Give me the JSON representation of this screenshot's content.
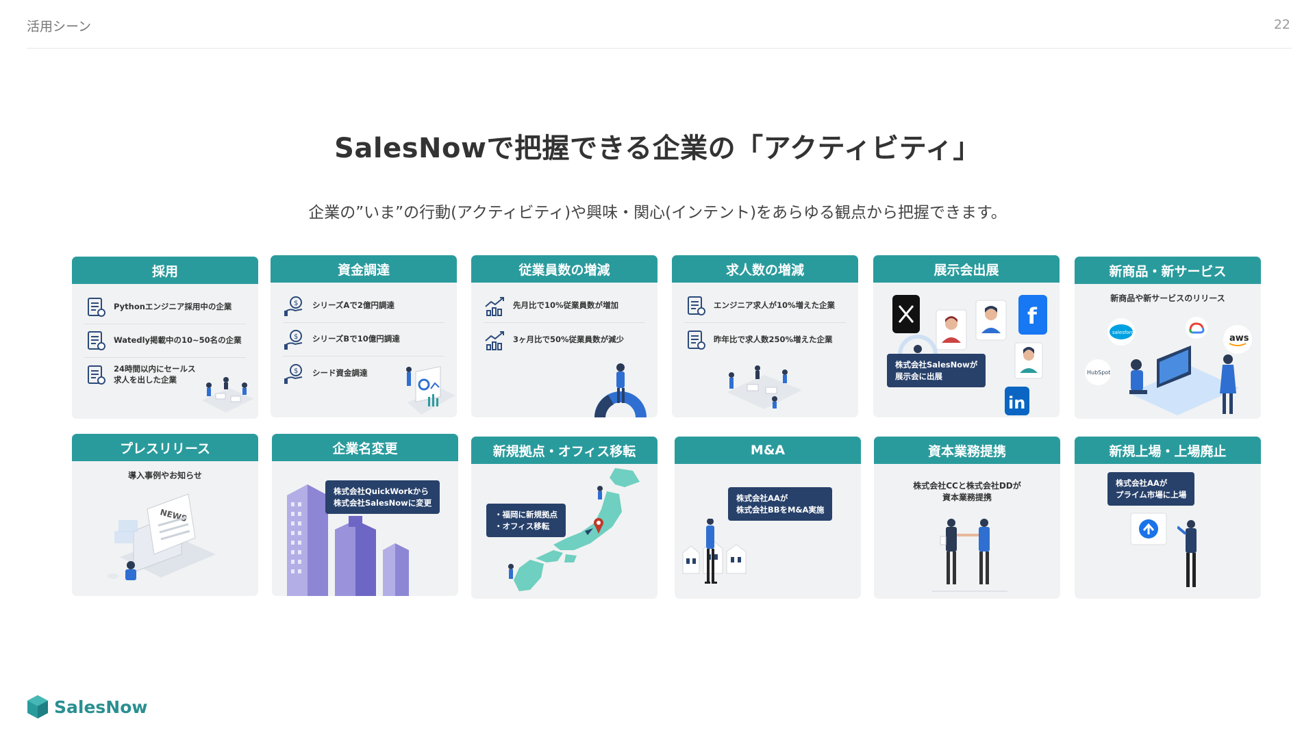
{
  "header": {
    "section": "活用シーン",
    "page": "22"
  },
  "title": "SalesNowで把握できる企業の「アクティビティ」",
  "subtitle": "企業の”いま”の行動(アクティビティ)や興味・関心(インテント)をあらゆる観点から把握できます。",
  "cards": {
    "hiring": {
      "title": "採用",
      "items": [
        "Pythonエンジニア採用中の企業",
        "Watedly掲載中の10~50名の企業",
        "24時間以内にセールス",
        "求人を出した企業"
      ]
    },
    "funding": {
      "title": "資金調達",
      "items": [
        "シリーズAで2億円調達",
        "シリーズBで10億円調達",
        "シード資金調達"
      ]
    },
    "employees": {
      "title": "従業員数の増減",
      "items": [
        "先月比で10%従業員数が増加",
        "3ヶ月比で50%従業員数が減少"
      ]
    },
    "jobs": {
      "title": "求人数の増減",
      "items": [
        "エンジニア求人が10%増えた企業",
        "昨年比で求人数250%増えた企業"
      ]
    },
    "exhibition": {
      "title": "展示会出展",
      "callout": [
        "株式会社SalesNowが",
        "展示会に出展"
      ]
    },
    "products": {
      "title": "新商品・新サービス",
      "caption": "新商品や新サービスのリリース",
      "logos": [
        "salesforce",
        "aws",
        "HubSpot"
      ]
    },
    "press": {
      "title": "プレスリリース",
      "caption": "導入事例やお知らせ",
      "news": "NEWS"
    },
    "rename": {
      "title": "企業名変更",
      "callout": [
        "株式会社QuickWorkから",
        "株式会社SalesNowに変更"
      ]
    },
    "office": {
      "title": "新規拠点・オフィス移転",
      "callout": [
        "・福岡に新規拠点",
        "・オフィス移転"
      ]
    },
    "ma": {
      "title": "M&A",
      "callout": [
        "株式会社AAが",
        "株式会社BBをM&A実施"
      ]
    },
    "alliance": {
      "title": "資本業務提携",
      "caption": [
        "株式会社CCと株式会社DDが",
        "資本業務提携"
      ]
    },
    "listing": {
      "title": "新規上場・上場廃止",
      "callout": [
        "株式会社AAが",
        "プライム市場に上場"
      ]
    }
  },
  "footer": {
    "logo_text": "SalesNow"
  },
  "colors": {
    "teal": "#2a9b9d",
    "navy": "#27416a",
    "card_bg": "#f1f2f3",
    "blue": "#2f6fd1"
  }
}
